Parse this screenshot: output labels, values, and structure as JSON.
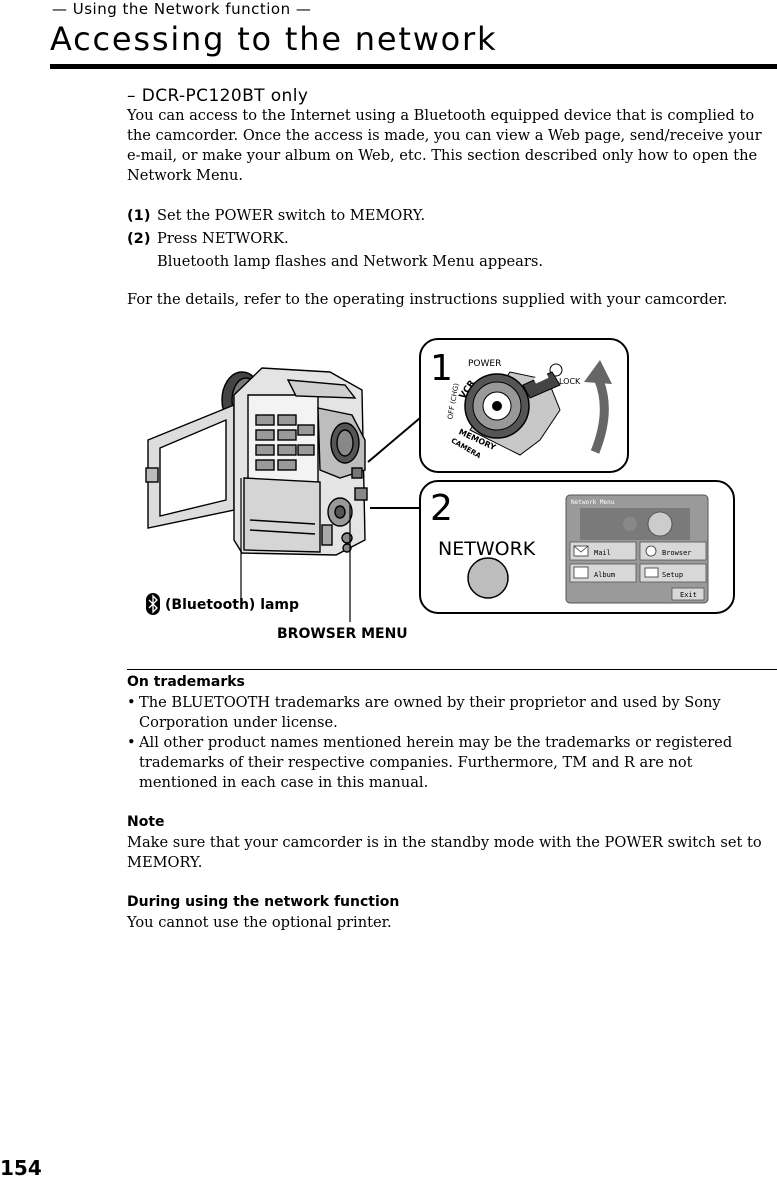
{
  "header": {
    "section": "— Using the Network function —",
    "title": "Accessing to the network"
  },
  "intro": {
    "model_note": "– DCR-PC120BT only",
    "paragraph": "You can access to the Internet using a Bluetooth equipped device that is complied to the camcorder. Once the access is made, you can view a Web page, send/receive your e-mail, or make your album on Web, etc. This section described only how to open the Network Menu."
  },
  "steps": [
    {
      "num": "(1)",
      "text": "Set the POWER switch to MEMORY."
    },
    {
      "num": "(2)",
      "text": "Press NETWORK."
    }
  ],
  "step2_sub": "Bluetooth lamp flashes and Network Menu appears.",
  "details": "For the details, refer to the operating instructions supplied with your camcorder.",
  "illustration": {
    "callout1_number": "1",
    "power_label": "POWER",
    "lock_label": "LOCK",
    "dial_vcr": "VCR",
    "dial_off": "OFF (CHG)",
    "dial_memory": "MEMORY",
    "dial_camera": "CAMERA",
    "callout2_number": "2",
    "network_label": "NETWORK",
    "menu_title": "Network Menu",
    "menu_mail": "Mail",
    "menu_browser": "Browser",
    "menu_album": "Album",
    "menu_setup": "Setup",
    "menu_exit": "Exit",
    "bluetooth_lamp_label": "(Bluetooth) lamp",
    "browser_menu_label": "BROWSER MENU"
  },
  "trademarks": {
    "heading": "On trademarks",
    "bullets": [
      "The BLUETOOTH trademarks are owned by their proprietor and used by Sony Corporation under license.",
      "All other product names mentioned herein may be the trademarks or registered trademarks of their respective companies. Furthermore, TM and R are not mentioned in each case in this manual."
    ]
  },
  "note": {
    "heading": "Note",
    "text": "Make sure that your camcorder is in the standby mode with the POWER switch set to MEMORY."
  },
  "during": {
    "heading": "During using the network function",
    "text": "You cannot use the optional printer."
  },
  "page_number": "154"
}
